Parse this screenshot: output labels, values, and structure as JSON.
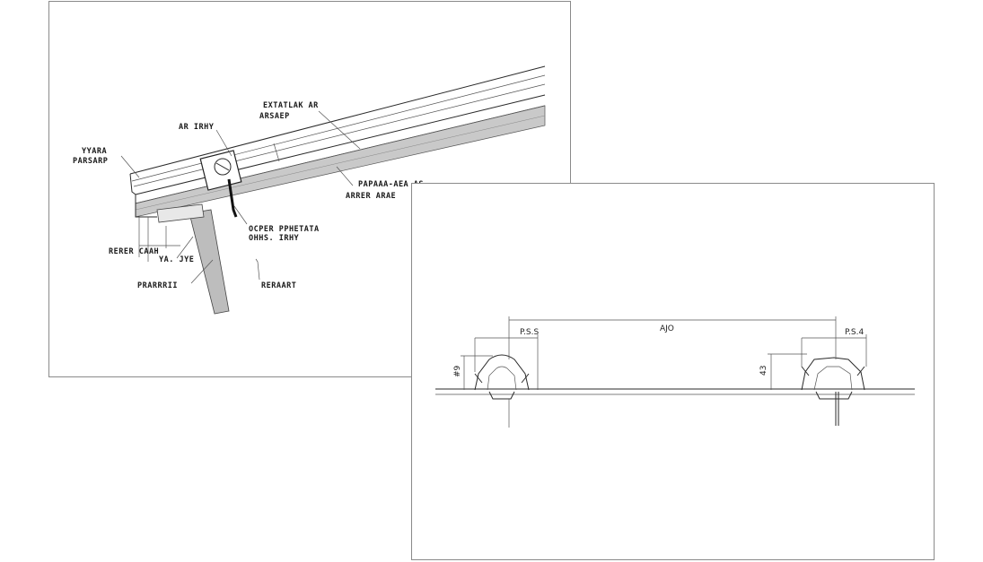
{
  "left_drawing": {
    "labels": {
      "top_right_1": "EXTATLAK AR",
      "top_right_2": "ARSAEP",
      "top_mid": "AR IRHY",
      "left_1": "YYARA",
      "left_2": "PARSARP",
      "right_mid_1": "PAPAAA-AEA AS",
      "right_mid_2": "ARRER ARAE",
      "center_1": "OCPER PPHETATA",
      "center_2": "OHHS. IRHY",
      "bottom_left_1": "RERER CAAH",
      "bottom_left_2": "YA. JYE",
      "bottom_left_3": "PRARRRII",
      "bottom_right": "RERAART"
    }
  },
  "right_drawing": {
    "dims": {
      "left_width": "P.S.S",
      "span": "AJO",
      "right_width": "P.S.4",
      "left_height": "#9",
      "right_height": "43"
    }
  }
}
